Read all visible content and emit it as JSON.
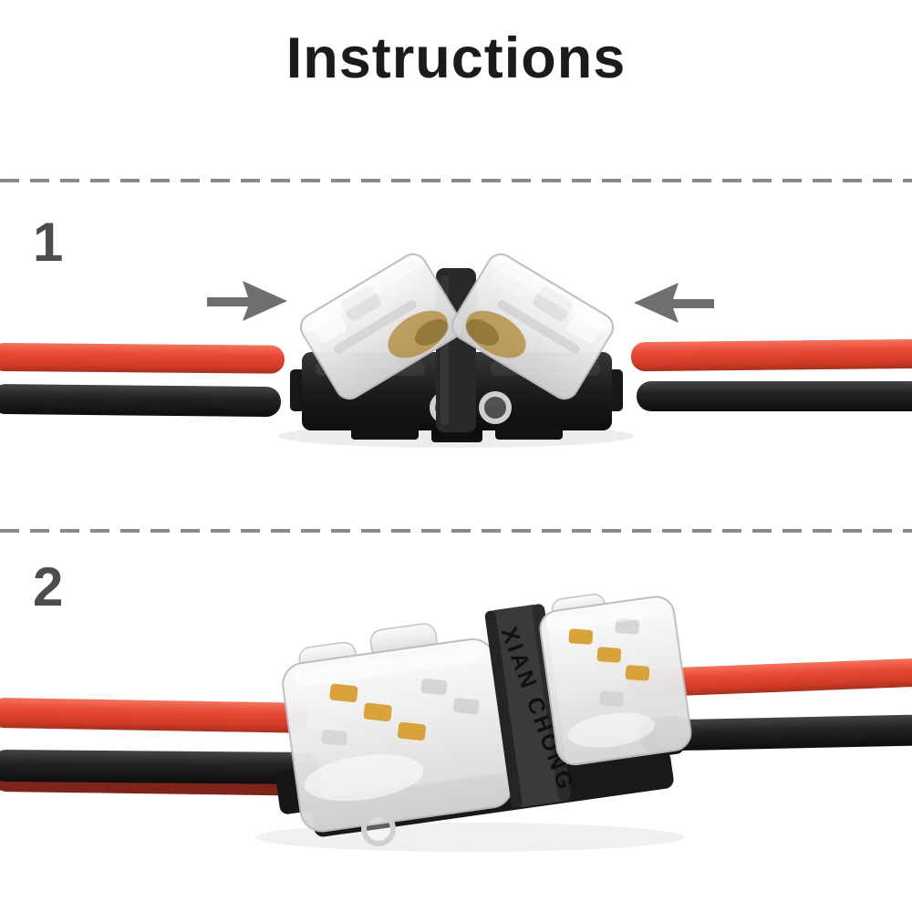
{
  "title": "Instructions",
  "steps": [
    {
      "number": "1"
    },
    {
      "number": "2"
    }
  ],
  "connector": {
    "brand_text": "XIAN CHONG"
  },
  "icons": {
    "step1_left": "arrow-right-icon",
    "step1_right": "arrow-left-icon"
  },
  "colors": {
    "background": "#ffffff",
    "title_text": "#1b1b1b",
    "step_number": "#4d4d4d",
    "divider_dash": "#8a8a8a",
    "wire_red": "#e8503c",
    "wire_red_dark": "#7e241a",
    "wire_black": "#242424",
    "connector_black": "#1e1e1e",
    "band_black": "#3a3a3a",
    "clear_plastic": "#ececec",
    "contact_amber": "#d9a33c",
    "arrow_gray": "#6f6f6f"
  }
}
